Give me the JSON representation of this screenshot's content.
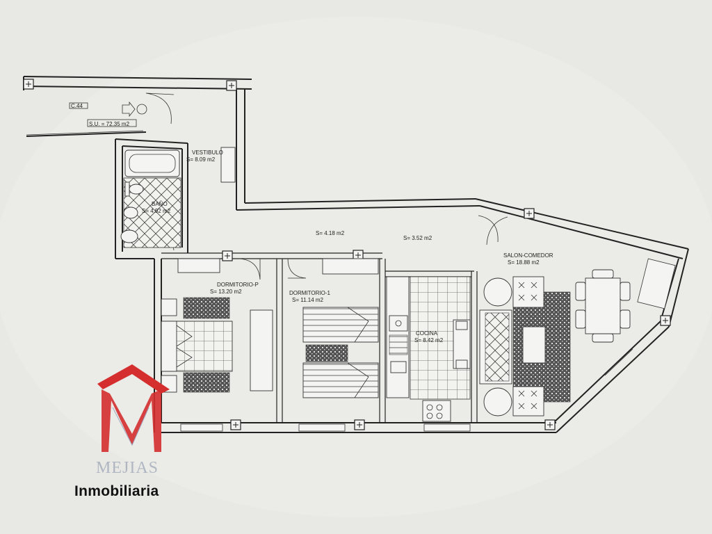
{
  "plan": {
    "entry_tag": "C.44",
    "entry_area": "S.U. = 72.35 m2",
    "rooms": [
      {
        "id": "vestibulo",
        "name": "VESTIBULO",
        "area": "S= 8.09 m2"
      },
      {
        "id": "bano",
        "name": "BAÑO",
        "area": "S= 4.92 m2"
      },
      {
        "id": "pasillo-1",
        "name": "",
        "area": "S= 4.18 m2"
      },
      {
        "id": "pasillo-2",
        "name": "",
        "area": "S= 3.52 m2"
      },
      {
        "id": "salon",
        "name": "SALON-COMEDOR",
        "area": "S= 18.88 m2"
      },
      {
        "id": "dormitorio-p",
        "name": "DORMITORIO-P",
        "area": "S= 13.20 m2"
      },
      {
        "id": "dormitorio-1",
        "name": "DORMITORIO-1",
        "area": "S= 11.14 m2"
      },
      {
        "id": "cocina",
        "name": "COCINA",
        "area": "S= 8.42 m2"
      }
    ]
  },
  "brand": {
    "name": "MEJIAS",
    "subtitle": "Inmobiliaria",
    "logo_color": "#d42e2e"
  }
}
